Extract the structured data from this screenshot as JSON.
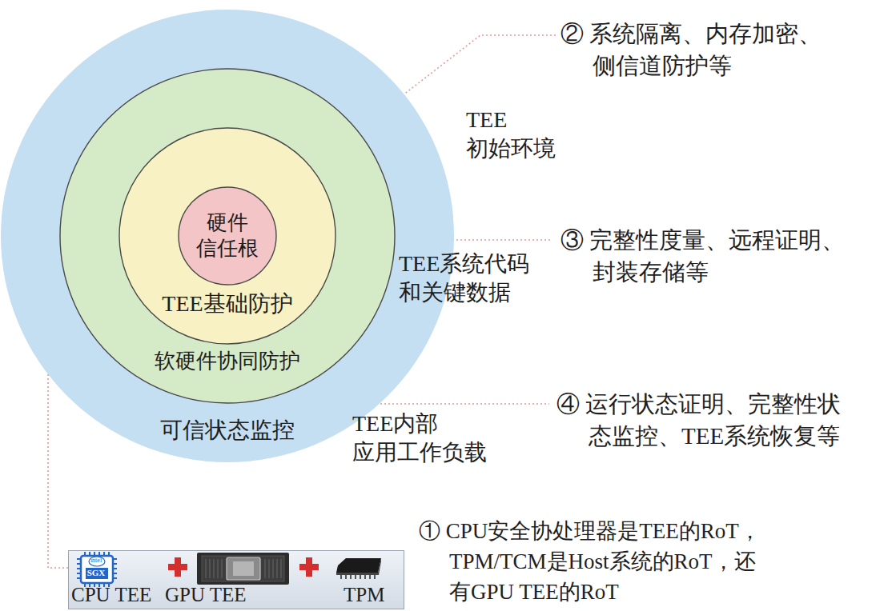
{
  "diagram": {
    "nodes": [
      {
        "text": [
          "可信状态监控"
        ]
      },
      {
        "text": [
          "软硬件协同防护"
        ],
        "in": 0
      },
      {
        "text": [
          "TEE基础防护"
        ],
        "in": 1
      },
      {
        "text": [
          "硬件 信任根"
        ],
        "in": 2
      },
      {
        "text": [
          "CPU TEE",
          "GPU TEE",
          "TPM"
        ]
      }
    ],
    "edges": [
      {
        "from": 3,
        "to": 4,
        "arrow": "none"
      }
    ],
    "labels": [
      "TEE 初始环境",
      "② 系统隔离、内存加密、 侧信道防护等",
      "TEE系统代码 和关键数据",
      "③ 完整性度量、远程证明、 封装存储等",
      "TEE内部 应用工作负载",
      "④ 运行状态证明、完整性状 态监控、TEE系统恢复等",
      "intel",
      "SGX",
      "① CPU安全协处理器是TEE的RoT， TPM/TCM是Host系统的RoT，还 有GPU TEE的RoT"
    ]
  }
}
